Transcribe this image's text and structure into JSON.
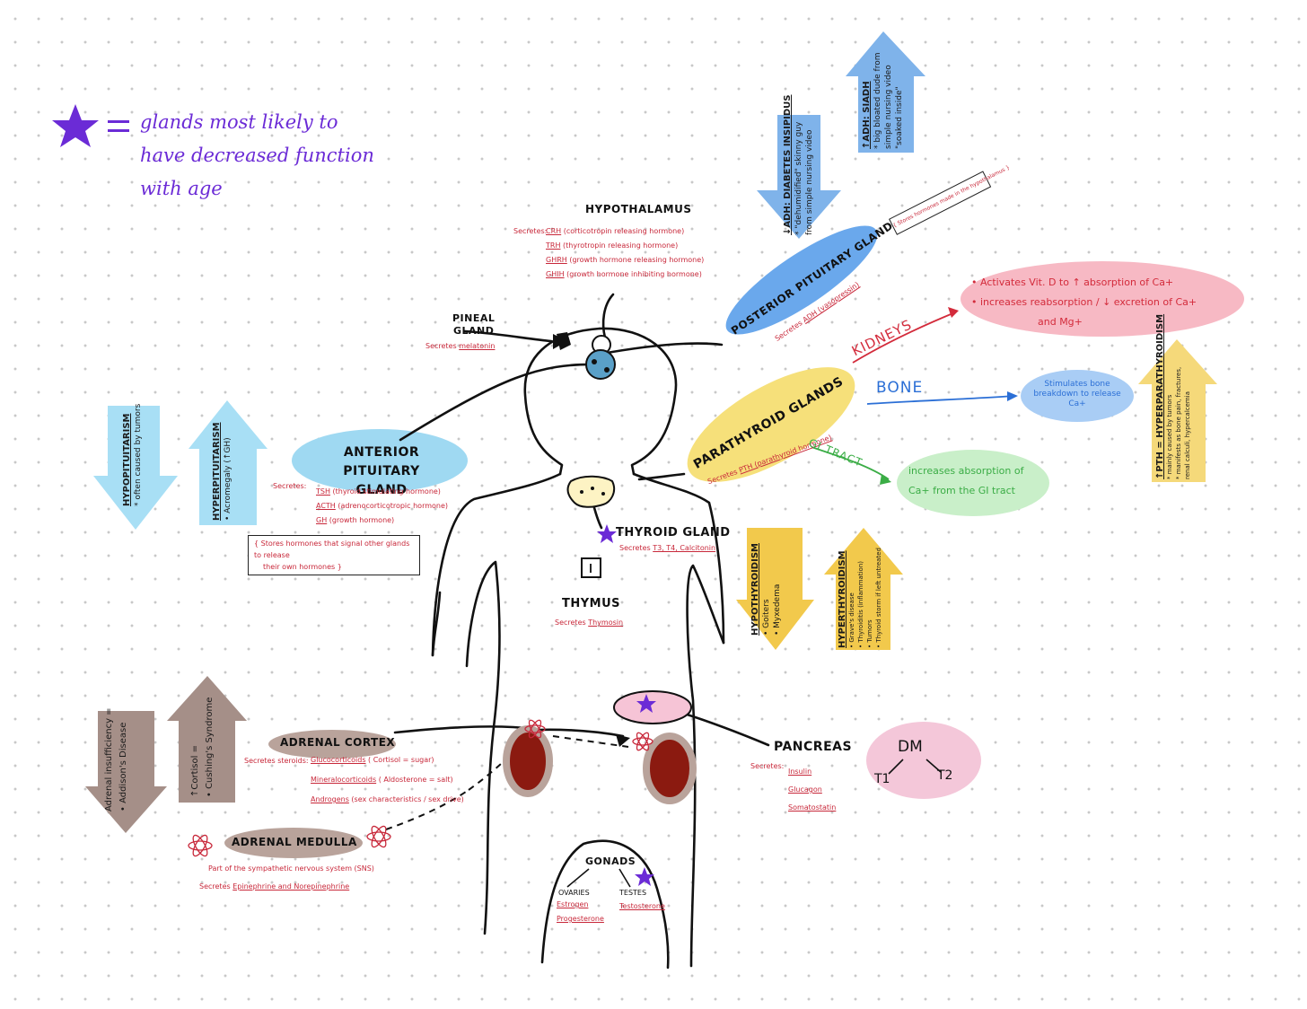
{
  "legend": {
    "text_line1": "glands most likely to",
    "text_line2": "have decreased function",
    "text_line3": "with age",
    "equals": "="
  },
  "glands": {
    "hypothalamus": {
      "title": "HYPOTHALAMUS",
      "secretes_label": "Secretes:",
      "hormones": [
        {
          "abbr": "CRH",
          "name": "(corticotropin releasing hormone)"
        },
        {
          "abbr": "TRH",
          "name": "(thyrotropin releasing hormone)"
        },
        {
          "abbr": "GHRH",
          "name": "(growth hormone releasing hormone)"
        },
        {
          "abbr": "GHIH",
          "name": "(growth hormone inhibiting hormone)"
        }
      ]
    },
    "pineal": {
      "title_line1": "PINEAL",
      "title_line2": "GLAND",
      "secretes": "Secretes",
      "hormone": "melatonin"
    },
    "posterior_pituitary": {
      "title": "POSTERIOR PITUITARY GLAND",
      "secretes": "Secretes",
      "hormone": "ADH (vasopressin)",
      "note": "{ Stores hormones made in the hypothalamus }"
    },
    "anterior_pituitary": {
      "title_line1": "ANTERIOR PITUITARY",
      "title_line2": "GLAND",
      "secretes_label": "Secretes:",
      "hormones": [
        {
          "abbr": "TSH",
          "name": "(thyroid stimulating hormone)"
        },
        {
          "abbr": "ACTH",
          "name": "(adrenocorticotropic hormone)"
        },
        {
          "abbr": "GH",
          "name": "(growth hormone)"
        }
      ],
      "note_line1": "{ Stores hormones that signal other glands to release",
      "note_line2": "their own hormones }"
    },
    "parathyroid": {
      "title": "PARATHYROID GLANDS",
      "secretes": "Secretes",
      "hormone": "PTH (parathyroid hormone)"
    },
    "thyroid": {
      "title": "THYROID GLAND",
      "secretes": "Secretes",
      "hormones": "T3, T4, Calcitonin"
    },
    "thymus": {
      "title": "THYMUS",
      "secretes": "Secretes",
      "hormone": "Thymosin"
    },
    "adrenal_cortex": {
      "title": "ADRENAL CORTEX",
      "secretes_label": "Secretes steroids:",
      "hormones": [
        {
          "name": "Glucocorticoids",
          "note": "( Cortisol = sugar)"
        },
        {
          "name": "Mineralocorticoids",
          "note": "( Aldosterone = salt)"
        },
        {
          "name": "Androgens",
          "note": "(sex characteristics / sex drive)"
        }
      ]
    },
    "adrenal_medulla": {
      "title": "ADRENAL MEDULLA",
      "line1": "Part of the sympathetic nervous system (SNS)",
      "secretes": "Secretes",
      "hormones": "Epinephrine and Norepinephrine"
    },
    "pancreas": {
      "title": "PANCREAS",
      "secretes_label": "Secretes:",
      "hormones": [
        "Insulin",
        "Glucagon",
        "Somatostatin"
      ],
      "dm": {
        "title": "DM",
        "t1": "T1",
        "t2": "T2"
      }
    },
    "gonads": {
      "title": "GONADS",
      "ovaries": {
        "title": "OVARIES",
        "hormones": [
          "Estrogen",
          "Progesterone"
        ]
      },
      "testes": {
        "title": "TESTES",
        "hormones": [
          "Testosterone"
        ]
      }
    }
  },
  "targets": {
    "kidneys": {
      "title": "KIDNEYS",
      "line1": "• Activates Vit. D to ↑ absorption of Ca+",
      "line2": "• increases reabsorption / ↓ excretion of Ca+",
      "line3": "and  Mg+"
    },
    "bone": {
      "title": "BONE",
      "line1": "Stimulates bone",
      "line2": "breakdown to release",
      "line3": "Ca+"
    },
    "gi": {
      "title": "GI TRACT",
      "line1": "increases absorption of",
      "line2": "Ca+ from the GI tract"
    }
  },
  "arrows": {
    "diabetes_insipidus": {
      "title": "↓ADH: DIABETES INSIPIDUS",
      "line1": "* \"dehumidified\" skinny guy",
      "line2": "from simple nursing video"
    },
    "siadh": {
      "title": "↑ADH: SIADH",
      "line1": "* big bloated dude from",
      "line2": "simple nursing video",
      "line3": "\"soaked inside\""
    },
    "hypopituitarism": {
      "title": "HYPOPITUITARISM",
      "line1": "* often caused by tumors"
    },
    "hyperpituitarism": {
      "title": "HYPERPITUITARISM",
      "line1": "• Acromegaly (↑GH)"
    },
    "hypothyroidism": {
      "title": "HYPOTHYROIDISM",
      "line1": "• Goiters",
      "line2": "• Myxedema"
    },
    "hyperthyroidism": {
      "title": "HYPERTHYROIDISM",
      "line1": "• Grave's disease",
      "line2": "• Thyroiditis (inflammation)",
      "line3": "• Tumors",
      "line4": "• Thyroid storm if left untreated"
    },
    "hyperparathyroidism": {
      "title": "↑PTH = HYPERPARATHYROIDISM",
      "line1": "* mainly caused by tumors",
      "line2": "* manifests as bone pain, fractures,",
      "line3": "renal calculi, hypercalcemia"
    },
    "addisons": {
      "title": "Adrenal insufficiency =",
      "line1": "• Addison's Disease"
    },
    "cushings": {
      "title": "↑Cortisol =",
      "line1": "• Cushing's Syndrome"
    }
  },
  "colors": {
    "blue": "#9fc6ef",
    "cyan": "#a8dff5",
    "yellow": "#f5d86a",
    "taupe": "#b39b92",
    "pink": "#f6c4d6",
    "green": "#c9efc9",
    "red_pill": "#f7b9c4",
    "purple": "#6b2bd6",
    "red_text": "#c8283a"
  }
}
